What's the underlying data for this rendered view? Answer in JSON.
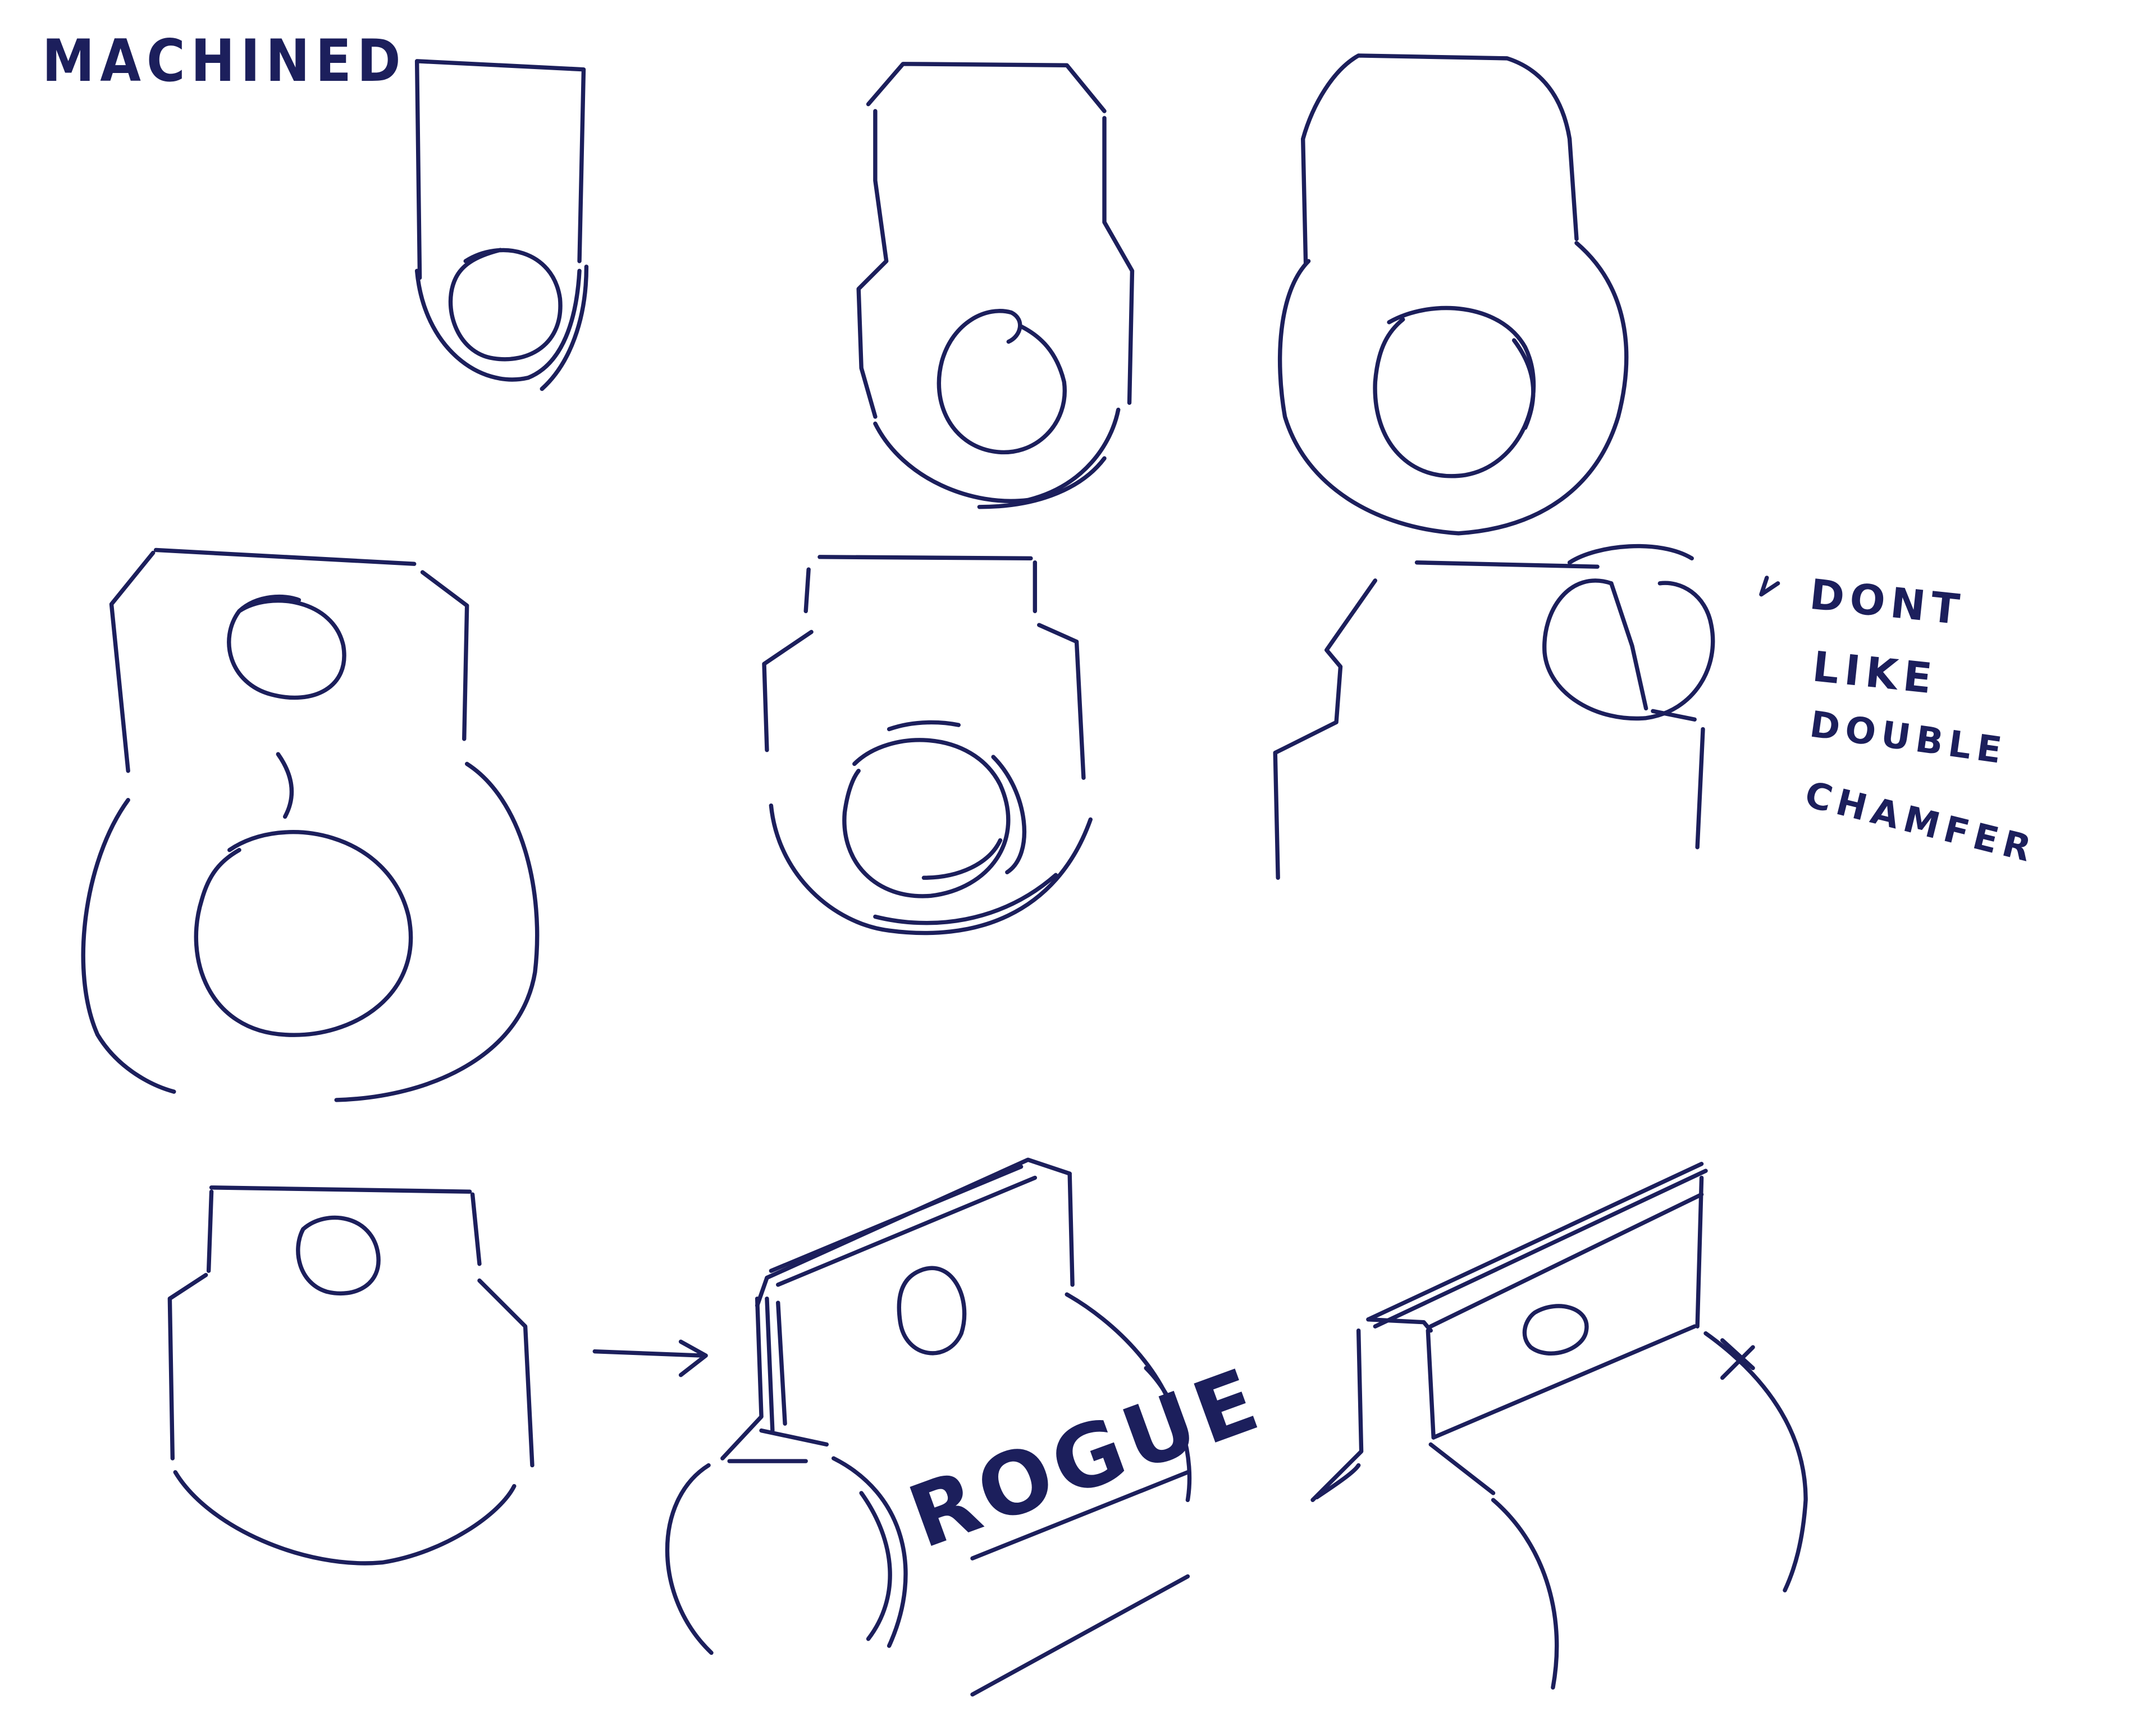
{
  "sheet": {
    "title": "MACHINED",
    "ink_color": "#1c1f5c",
    "background": "#ffffff"
  },
  "annotations": {
    "note_line_1": "DONT",
    "note_line_2": "LIKE",
    "note_line_3": "DOUBLE",
    "note_line_4": "CHAMFER",
    "engraving": "ROGUE"
  },
  "sketches": [
    {
      "name": "tag-rounded-slim",
      "row": 1
    },
    {
      "name": "tag-chamfered",
      "row": 1
    },
    {
      "name": "tag-rounded-bulb",
      "row": 1
    },
    {
      "name": "tag-two-holes",
      "row": 2
    },
    {
      "name": "tag-stepped-large-hole",
      "row": 2
    },
    {
      "name": "tag-double-chamfer-detail",
      "row": 2
    },
    {
      "name": "tag-flat-front",
      "row": 3
    },
    {
      "name": "tag-3d-engraved",
      "row": 3
    },
    {
      "name": "tag-3d-step",
      "row": 3
    }
  ]
}
